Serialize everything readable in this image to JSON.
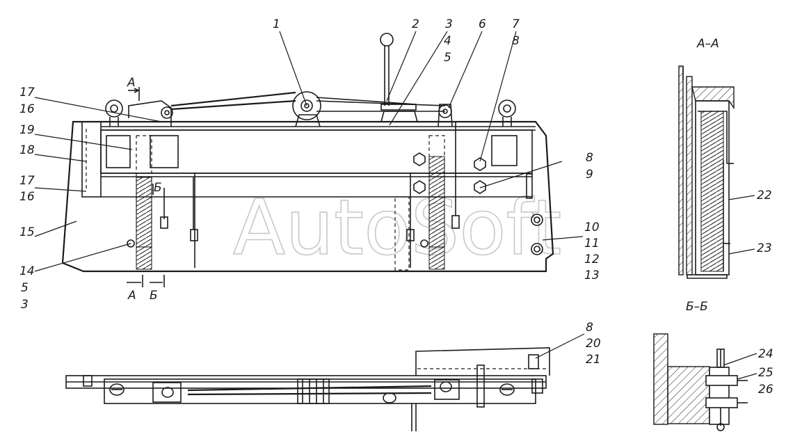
{
  "watermark": "AutoSoft",
  "section_titles": {
    "aa": "А–А",
    "bb": "Б–Б"
  },
  "cut_marks": {
    "top_a": "А",
    "mid_b": "Б",
    "bottom_a": "А",
    "bottom_b": "Б"
  },
  "callouts": {
    "c1": "1",
    "c2": "2",
    "c3_4_5": [
      "3",
      "4",
      "5"
    ],
    "c6": "6",
    "c7_8": [
      "7",
      "8"
    ],
    "c17_16_top": [
      "17",
      "16"
    ],
    "c19": "19",
    "c18": "18",
    "c17_16_mid": [
      "17",
      "16"
    ],
    "c15": "15",
    "c14_5_3": [
      "14",
      "5",
      "3"
    ],
    "c8_9": [
      "8",
      "9"
    ],
    "c10_13": [
      "10",
      "11",
      "12",
      "13"
    ],
    "c22": "22",
    "c23": "23",
    "c8_20_21": [
      "8",
      "20",
      "21"
    ],
    "c24": "24",
    "c25": "25",
    "c26": "26"
  }
}
